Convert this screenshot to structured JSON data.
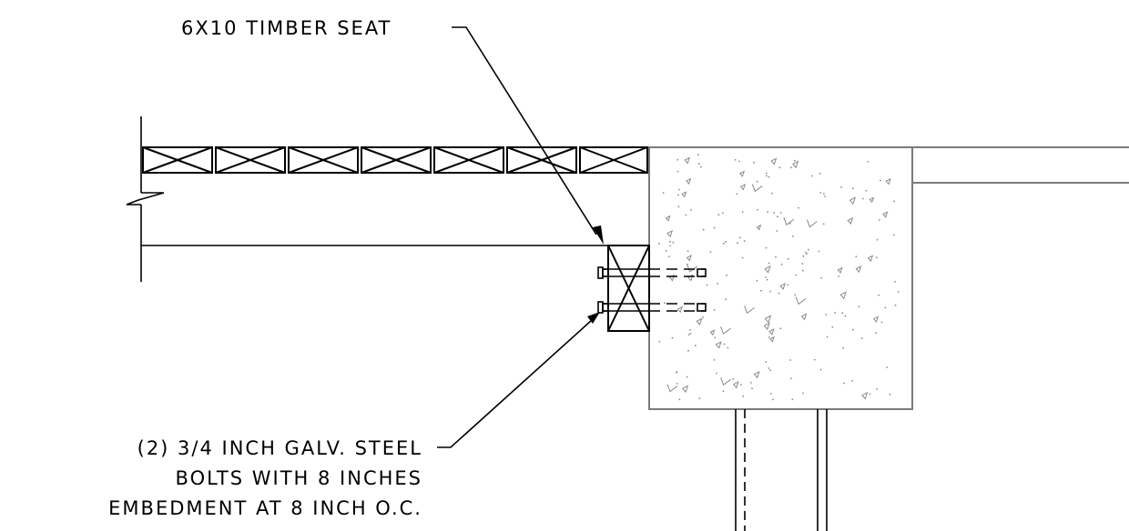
{
  "labels": {
    "seat_callout": "6X10 TIMBER SEAT",
    "bolt_callout_line1": "(2) 3/4 INCH GALV. STEEL",
    "bolt_callout_line2": "BOLTS WITH 8 INCHES",
    "bolt_callout_line3": "EMBEDMENT AT 8 INCH O.C."
  },
  "colors": {
    "linework": "#000000",
    "concrete_outline": "#7a7a7a",
    "concrete_stipple": "#8a8a8a"
  }
}
